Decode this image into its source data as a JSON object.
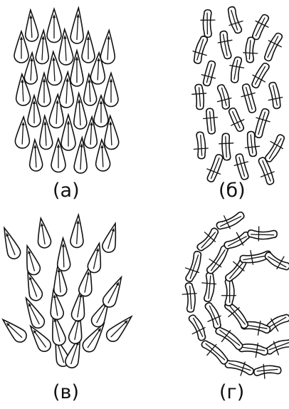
{
  "panels": [
    {
      "id": "a",
      "caption": "(а)",
      "pattern": "parallel-teardrops"
    },
    {
      "id": "b",
      "caption": "(б)",
      "pattern": "random-rods"
    },
    {
      "id": "c",
      "caption": "(в)",
      "pattern": "fan-teardrops"
    },
    {
      "id": "d",
      "caption": "(г)",
      "pattern": "arc-rods"
    }
  ],
  "colors": {
    "ink": "#111111",
    "fill": "#ffffff",
    "background": "#ffffff"
  }
}
